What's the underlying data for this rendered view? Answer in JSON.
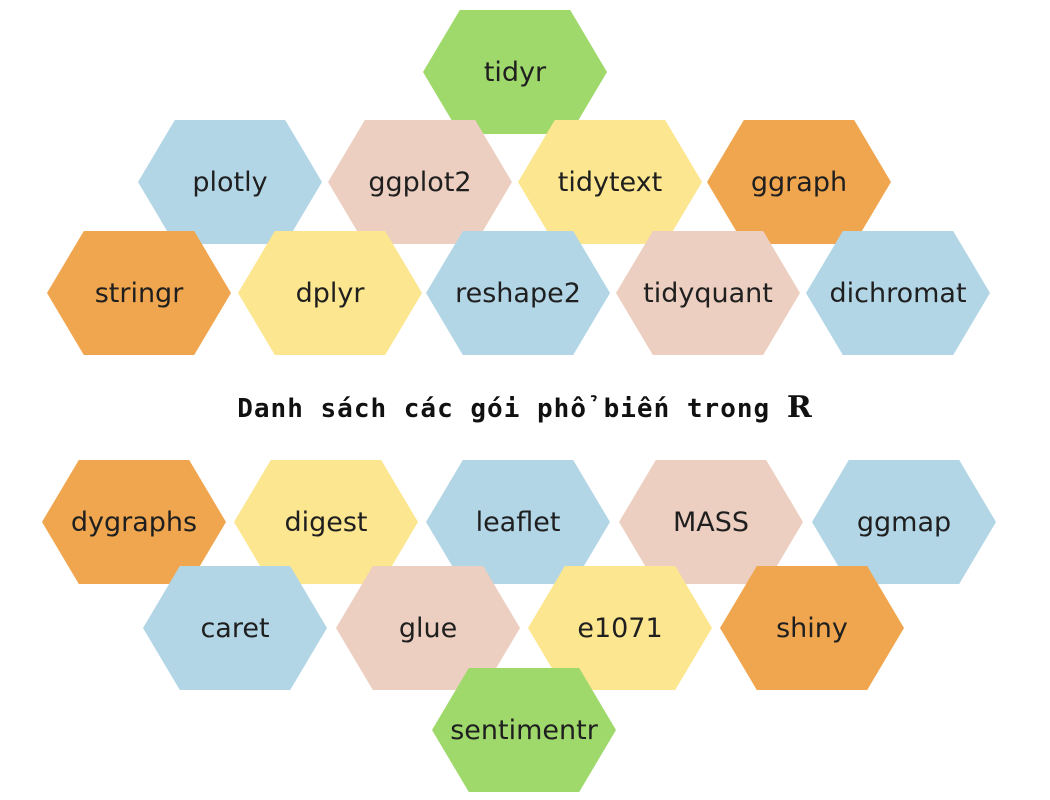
{
  "caption": {
    "text": "Danh sách các gói phổ biến trong",
    "emphasis": "R"
  },
  "colors": {
    "green": "#9fd86b",
    "blue": "#b2d6e6",
    "peach": "#eccfc0",
    "yellow": "#fce68f",
    "orange": "#f0a64f"
  },
  "packages": [
    {
      "name": "tidyr",
      "color": "green"
    },
    {
      "name": "plotly",
      "color": "blue"
    },
    {
      "name": "ggplot2",
      "color": "peach"
    },
    {
      "name": "tidytext",
      "color": "yellow"
    },
    {
      "name": "ggraph",
      "color": "orange"
    },
    {
      "name": "stringr",
      "color": "orange"
    },
    {
      "name": "dplyr",
      "color": "yellow"
    },
    {
      "name": "reshape2",
      "color": "blue"
    },
    {
      "name": "tidyquant",
      "color": "peach"
    },
    {
      "name": "dichromat",
      "color": "blue"
    },
    {
      "name": "dygraphs",
      "color": "orange"
    },
    {
      "name": "digest",
      "color": "yellow"
    },
    {
      "name": "leaflet",
      "color": "blue"
    },
    {
      "name": "MASS",
      "color": "peach"
    },
    {
      "name": "ggmap",
      "color": "blue"
    },
    {
      "name": "caret",
      "color": "blue"
    },
    {
      "name": "glue",
      "color": "peach"
    },
    {
      "name": "e1071",
      "color": "yellow"
    },
    {
      "name": "shiny",
      "color": "orange"
    },
    {
      "name": "sentimentr",
      "color": "green"
    }
  ]
}
